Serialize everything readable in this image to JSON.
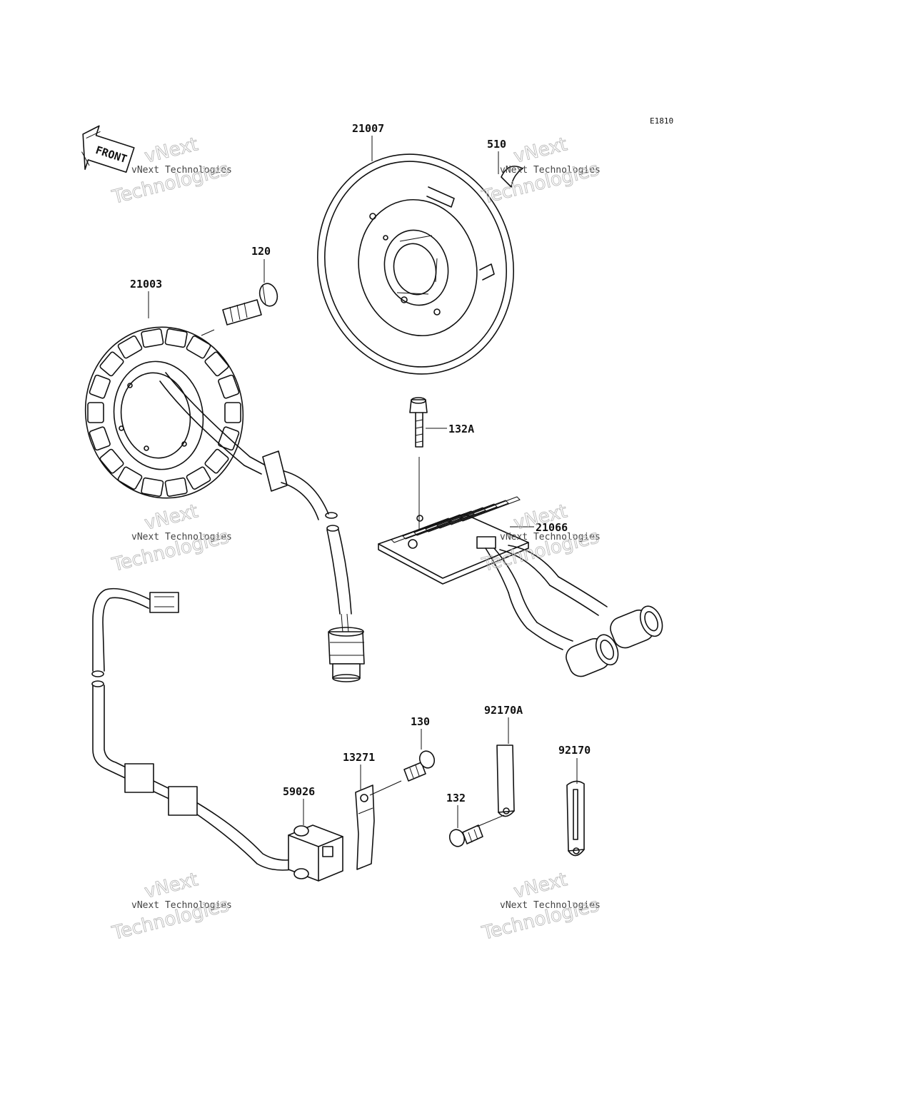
{
  "diagram_code": "E1810",
  "front_label": "FRONT",
  "callouts": {
    "flywheel": "21007",
    "key": "510",
    "bolt_120": "120",
    "stator": "21003",
    "bolt_132a": "132A",
    "regulator": "21066",
    "bolt_130": "130",
    "plate_13271": "13271",
    "pickup": "59026",
    "bolt_132": "132",
    "strap_92170a": "92170A",
    "strap_92170": "92170"
  },
  "watermark": {
    "line1": "vNext Technologies",
    "line2": "vNext",
    "line3": "Technologies"
  },
  "colors": {
    "line": "#111111",
    "background": "#ffffff",
    "watermark": "#bbbbbb"
  }
}
